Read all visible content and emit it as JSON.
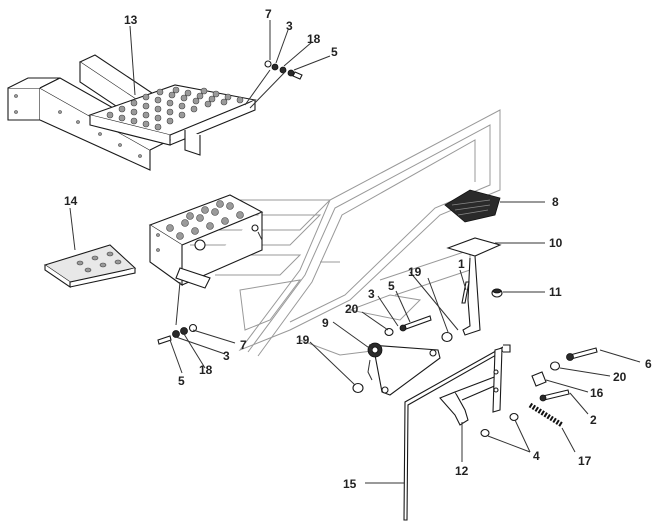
{
  "callouts": {
    "c13": "13",
    "c7a": "7",
    "c3a": "3",
    "c18a": "18",
    "c5a": "5",
    "c14": "14",
    "c8": "8",
    "c10": "10",
    "c1": "1",
    "c19a": "19",
    "c5b": "5",
    "c11": "11",
    "c3b": "3",
    "c20a": "20",
    "c9": "9",
    "c19b": "19",
    "c7b": "7",
    "c3c": "3",
    "c5c": "5",
    "c18b": "18",
    "c6": "6",
    "c20b": "20",
    "c16": "16",
    "c2": "2",
    "c4": "4",
    "c17": "17",
    "c12": "12",
    "c15": "15"
  }
}
